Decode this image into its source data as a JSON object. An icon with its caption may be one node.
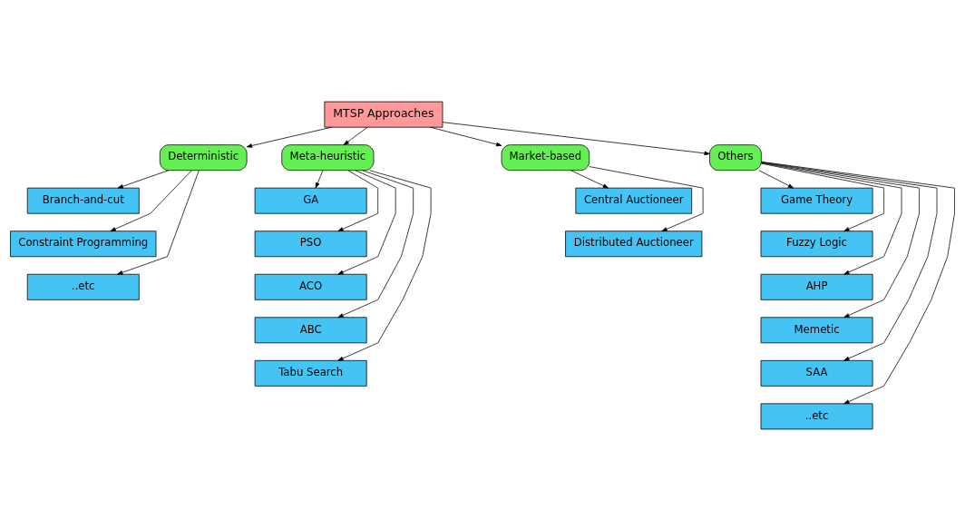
{
  "diagram": {
    "nodes": [
      {
        "text": [
          "MTSP Approaches"
        ]
      },
      {
        "text": [
          "Deterministic"
        ]
      },
      {
        "text": [
          "Meta-heuristic"
        ]
      },
      {
        "text": [
          "Market-based"
        ]
      },
      {
        "text": [
          "Others"
        ]
      },
      {
        "text": [
          "Branch-and-cut"
        ]
      },
      {
        "text": [
          "Constraint Programming"
        ]
      },
      {
        "text": [
          "..etc"
        ]
      },
      {
        "text": [
          "GA"
        ]
      },
      {
        "text": [
          "PSO"
        ]
      },
      {
        "text": [
          "ACO"
        ]
      },
      {
        "text": [
          "ABC"
        ]
      },
      {
        "text": [
          "Tabu Search"
        ]
      },
      {
        "text": [
          "Central Auctioneer"
        ]
      },
      {
        "text": [
          "Distributed Auctioneer"
        ]
      },
      {
        "text": [
          "Game Theory"
        ]
      },
      {
        "text": [
          "Fuzzy Logic"
        ]
      },
      {
        "text": [
          "AHP"
        ]
      },
      {
        "text": [
          "Memetic"
        ]
      },
      {
        "text": [
          "SAA"
        ]
      },
      {
        "text": [
          "..etc"
        ]
      }
    ],
    "edges": [
      {
        "from": 0,
        "to": 1,
        "arrow": "to"
      },
      {
        "from": 0,
        "to": 2,
        "arrow": "to"
      },
      {
        "from": 0,
        "to": 3,
        "arrow": "to"
      },
      {
        "from": 0,
        "to": 4,
        "arrow": "to"
      },
      {
        "from": 1,
        "to": 5,
        "arrow": "to"
      },
      {
        "from": 1,
        "to": 6,
        "arrow": "to"
      },
      {
        "from": 1,
        "to": 7,
        "arrow": "to"
      },
      {
        "from": 2,
        "to": 8,
        "arrow": "to"
      },
      {
        "from": 2,
        "to": 9,
        "arrow": "to"
      },
      {
        "from": 2,
        "to": 10,
        "arrow": "to"
      },
      {
        "from": 2,
        "to": 11,
        "arrow": "to"
      },
      {
        "from": 2,
        "to": 12,
        "arrow": "to"
      },
      {
        "from": 3,
        "to": 13,
        "arrow": "to"
      },
      {
        "from": 3,
        "to": 14,
        "arrow": "to"
      },
      {
        "from": 4,
        "to": 15,
        "arrow": "to"
      },
      {
        "from": 4,
        "to": 16,
        "arrow": "to"
      },
      {
        "from": 4,
        "to": 17,
        "arrow": "to"
      },
      {
        "from": 4,
        "to": 18,
        "arrow": "to"
      },
      {
        "from": 4,
        "to": 19,
        "arrow": "to"
      },
      {
        "from": 4,
        "to": 20,
        "arrow": "to"
      }
    ]
  }
}
